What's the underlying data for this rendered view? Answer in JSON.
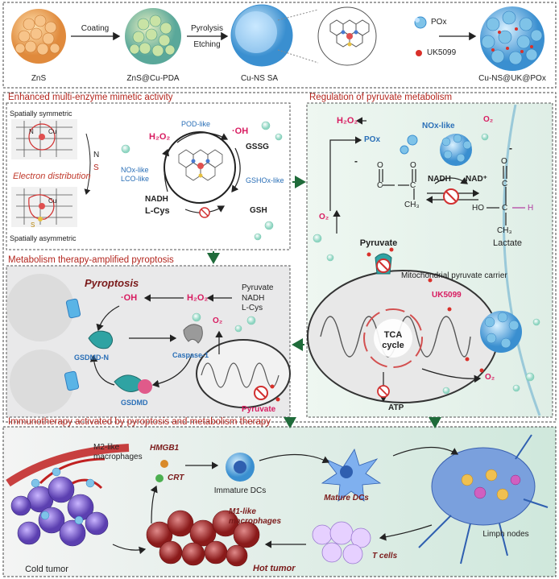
{
  "synthesis": {
    "labels": [
      "ZnS",
      "ZnS@Cu-PDA",
      "Cu-NS SA",
      "Cu-NS@UK@POx"
    ],
    "steps": [
      "Coating",
      "Pyrolysis",
      "Etching"
    ],
    "legend": [
      "POx",
      "UK5099"
    ]
  },
  "panel_enzyme": {
    "title": "Enhanced multi-enzyme mimetic activity",
    "symmetric": "Spatially symmetric",
    "asymmetric": "Spatially asymmetric",
    "electron": "Electron distribution",
    "n_label": "N",
    "s_label": "S",
    "atom_n": "N",
    "atom_s": "S",
    "atom_cu": "Cu",
    "h2o2": "H₂O₂",
    "oh": "·OH",
    "pod": "POD-like",
    "gssg": "GSSG",
    "gsh": "GSH",
    "nox_lco": "NOx-like\nLCO-like",
    "gshox": "GSHOx-like",
    "nadh": "NADH",
    "lcys": "L-Cys"
  },
  "panel_pyruvate": {
    "title": "Regulation of pyruvate metabolism",
    "h2o2": "H₂O₂",
    "pox": "POx",
    "noxlike": "NOx-like",
    "o2a": "O₂",
    "o2b": "O₂",
    "o2c": "O₂",
    "nadh": "NADH",
    "nad": "NAD⁺",
    "pyruvate": "Pyruvate",
    "lactate": "Lactate",
    "carrier": "Mitochondrial pyruvate carrier",
    "uk": "UK5099",
    "tca": "TCA\ncycle",
    "atp": "ATP",
    "minus": "-",
    "atom_o": "O",
    "atom_c": "C",
    "atom_ch3": "CH₃",
    "atom_ho": "HO",
    "atom_h": "H"
  },
  "panel_pyroptosis": {
    "title": "Metabolism therapy-amplified pyroptosis",
    "pyroptosis": "Pyroptosis",
    "oh": "·OH",
    "h2o2": "H₂O₂",
    "substrates": "Pyruvate\nNADH\nL-Cys",
    "gsdmdn": "GSDMD-N",
    "caspase": "Caspase-1",
    "gsdmd": "GSDMD",
    "o2": "O₂",
    "pyruvate": "Pyruvate"
  },
  "panel_immuno": {
    "title": "Immunotherapy activated by pyroptosis and metabolism therapy",
    "m2": "M2-like\nmacrophages",
    "hmgb1": "HMGB1",
    "crt": "CRT",
    "immature": "Immature DCs",
    "mature": "Mature DCs",
    "lymph": "Limph nodes",
    "m1": "M1-like\nmacrophages",
    "tcells": "T cells",
    "hot": "Hot tumor",
    "cold": "Cold tumor"
  },
  "colors": {
    "section_title": "#b3261e",
    "accent_blue": "#2a6fb7",
    "accent_red": "#d81b60",
    "arrow_green": "#1f6b3a"
  }
}
